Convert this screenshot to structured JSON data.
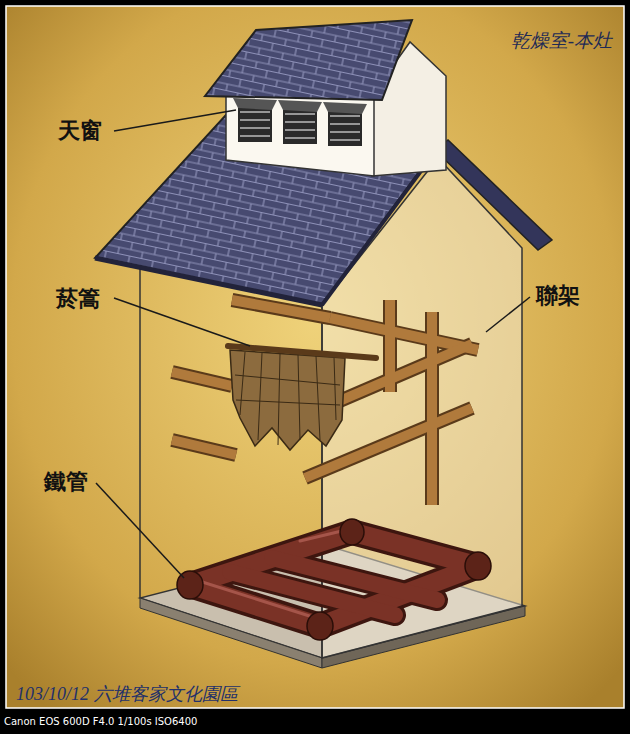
{
  "diagram": {
    "title": "乾燥室-本灶",
    "caption": "103/10/12 六堆客家文化園區",
    "labels": [
      "天窗",
      "菸篙",
      "聯架",
      "鐵管",
      "Canon EOS 600D F4.0 1/100s ISO6400"
    ]
  }
}
